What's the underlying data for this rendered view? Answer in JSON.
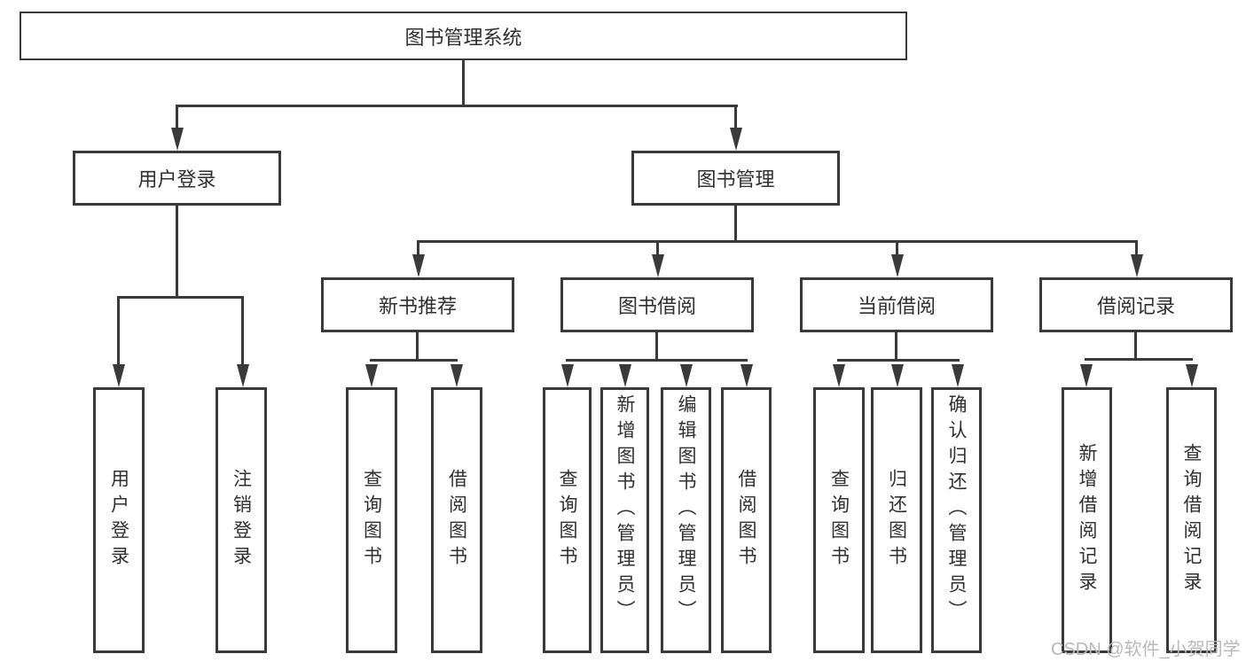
{
  "nodes": {
    "root": "图书管理系统",
    "user_login": "用户登录",
    "book_mgmt": "图书管理",
    "new_book_rec": "新书推荐",
    "book_borrow": "图书借阅",
    "current_borrow": "当前借阅",
    "borrow_record": "借阅记录",
    "ul_user_login": "用户登录",
    "ul_logout": "注销登录",
    "nb_query_book": "查询图书",
    "nb_borrow_book": "借阅图书",
    "bb_query_book": "查询图书",
    "bb_add_book": "新增图书（管理员）",
    "bb_edit_book": "编辑图书（管理员）",
    "bb_borrow_book": "借阅图书",
    "cb_query_book": "查询图书",
    "cb_return_book": "归还图书",
    "cb_confirm_return": "确认归还（管理员）",
    "br_add_record": "新增借阅记录",
    "br_query_record": "查询借阅记录"
  },
  "watermark": "CSDN @软件_小贺同学",
  "colors": {
    "line": "#3a3a3a",
    "text": "#2f2f2f",
    "watermark": "#b9b9b9",
    "background": "#ffffff"
  }
}
